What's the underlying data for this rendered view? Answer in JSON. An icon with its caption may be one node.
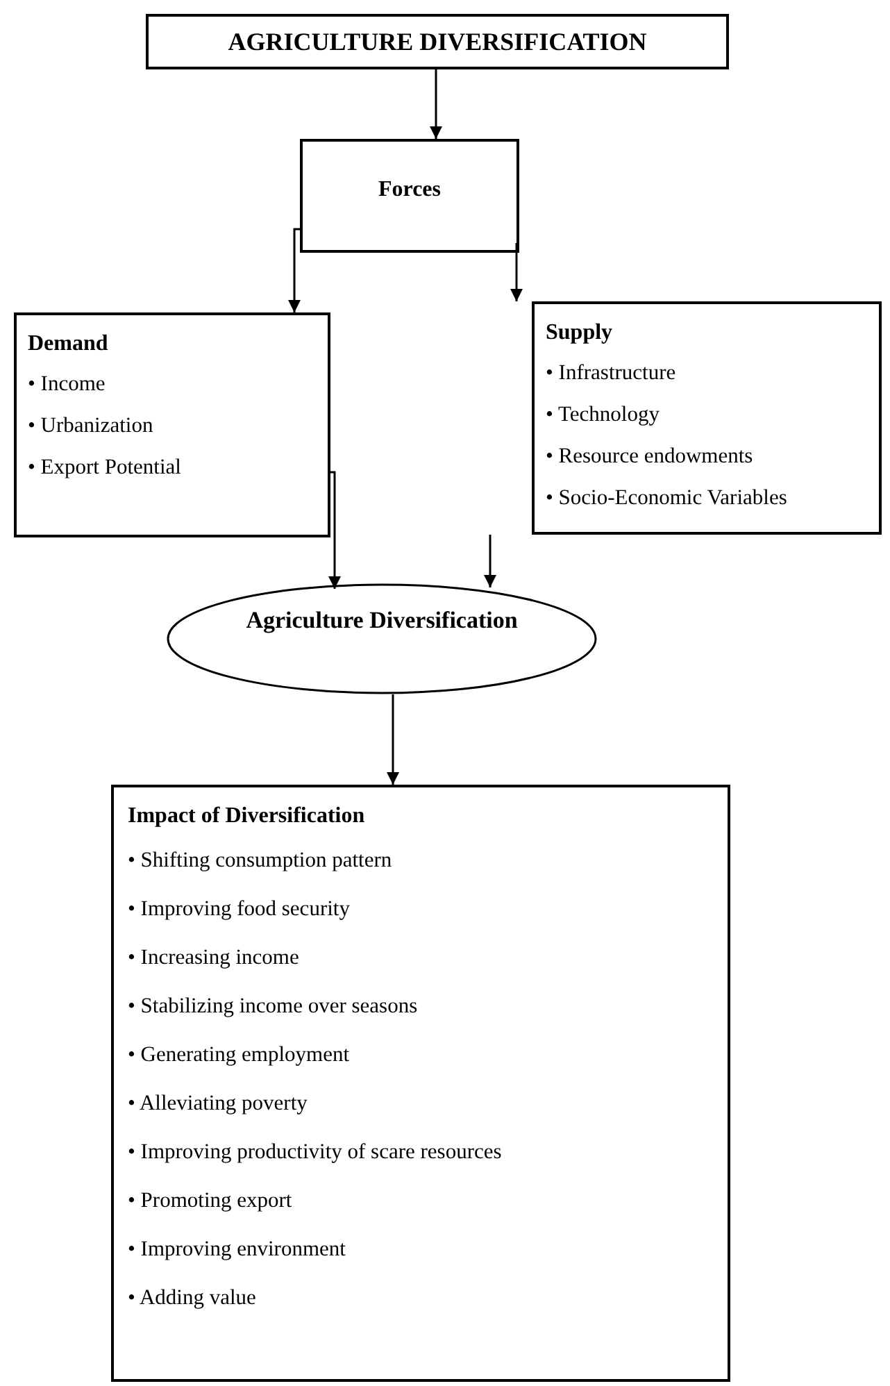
{
  "diagram": {
    "nodes": [
      {
        "text": [
          "AGRICULTURE DIVERSIFICATION"
        ]
      },
      {
        "text": [
          "Forces"
        ]
      },
      {
        "text": [
          "Demand",
          "• Income",
          "• Urbanization",
          "• Export Potential"
        ]
      },
      {
        "text": [
          "Supply",
          "• Infrastructure",
          "• Technology",
          "• Resource endowments",
          "• Socio-Economic Variables"
        ]
      },
      {
        "text": [
          "Agriculture Diversification"
        ]
      },
      {
        "text": [
          "Impact of Diversification",
          "• Shifting consumption pattern",
          "• Improving food security",
          "• Increasing income",
          "• Stabilizing income over seasons",
          "• Generating employment",
          "• Alleviating poverty",
          "• Improving productivity of scare resources",
          "• Promoting export",
          "• Improving environment",
          "• Adding value"
        ]
      }
    ],
    "edges": [
      {
        "from": 0,
        "to": 1,
        "arrow": "to"
      },
      {
        "from": 1,
        "to": 2,
        "arrow": "to"
      },
      {
        "from": 1,
        "to": 3,
        "arrow": "to"
      },
      {
        "from": 2,
        "to": 4,
        "arrow": "to"
      },
      {
        "from": 3,
        "to": 4,
        "arrow": "to"
      },
      {
        "from": 4,
        "to": 5,
        "arrow": "to"
      }
    ]
  }
}
